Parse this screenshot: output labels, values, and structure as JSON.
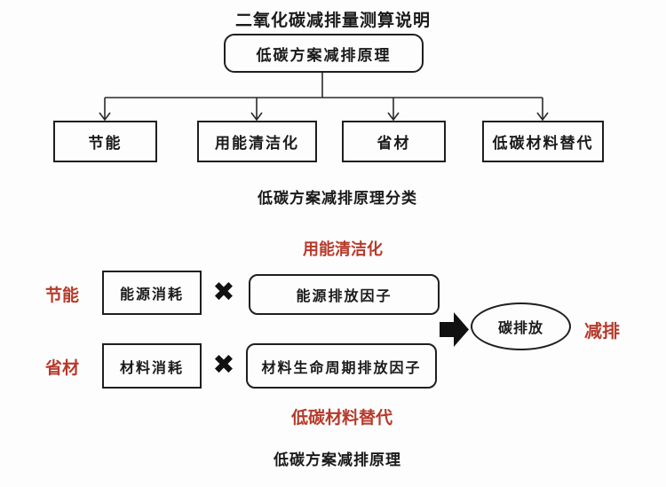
{
  "title": "二氧化碳减排量测算说明",
  "colors": {
    "accent_red": "#b63a2b",
    "ink": "#1f1f1f"
  },
  "tree": {
    "root": "低碳方案减排原理",
    "children": [
      "节能",
      "用能清洁化",
      "省材",
      "低碳材料替代"
    ],
    "caption": "低碳方案减排原理分类"
  },
  "formula": {
    "top_label": "用能清洁化",
    "bottom_label": "低碳材料替代",
    "rows": [
      {
        "side_label": "节能",
        "factor1": "能源消耗",
        "operator": "✖",
        "factor2": "能源排放因子"
      },
      {
        "side_label": "省材",
        "factor1": "材料消耗",
        "operator": "✖",
        "factor2": "材料生命周期排放因子"
      }
    ],
    "result": "碳排放",
    "result_label": "减排",
    "caption": "低碳方案减排原理"
  }
}
